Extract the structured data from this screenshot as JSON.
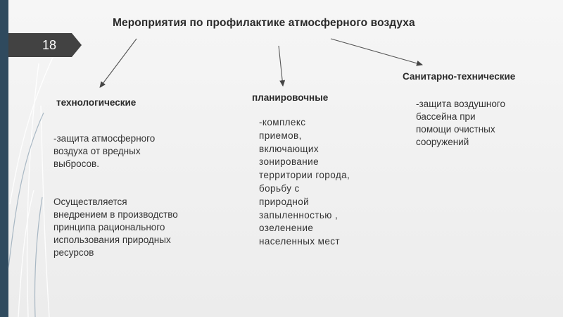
{
  "slide": {
    "page_number": "18",
    "title": "Мероприятия по профилактике атмосферного воздуха"
  },
  "technological": {
    "heading": "технологические",
    "text1": "-защита атмосферного\nвоздуха от вредных\nвыбросов.",
    "text2": "Осуществляется\nвнедрением в производство\nпринципа рационального\nиспользования природных\nресурсов"
  },
  "planning": {
    "heading": "планировочные",
    "text": "-комплекс\nприемов,\nвключающих\nзонирование\nтерритории города,\nборьбу с\nприродной\nзапыленностью ,\nозеленение\nнаселенных мест"
  },
  "sanitary": {
    "heading": "Санитарно-технические",
    "text": "-защита воздушного\nбассейна при\nпомощи очистных\nсооружений"
  },
  "colors": {
    "sidebar": "#2f4a5e",
    "page_number_box": "#424242",
    "background": "#f0f0f0"
  }
}
